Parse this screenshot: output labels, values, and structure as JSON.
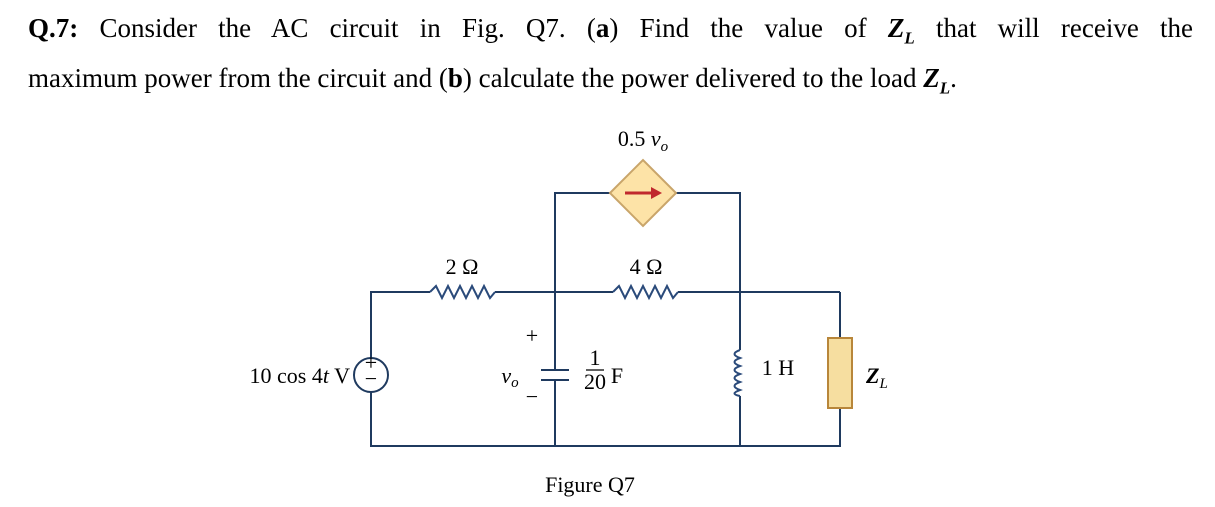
{
  "question": {
    "number": "Q.7:",
    "text1": " Consider the AC circuit in Fig. Q7. (",
    "part_a": "a",
    "text2": ") Find the value of ",
    "zl_sym": "Z",
    "zl_sub": "L",
    "text3": " that will receive the",
    "text4": "maximum power from the circuit and (",
    "part_b": "b",
    "text5": ") calculate the power delivered to the load ",
    "text6": "."
  },
  "circuit": {
    "source_label": "10 cos 4",
    "source_t": "t",
    "source_unit": " V",
    "source_plus": "+",
    "source_minus": "−",
    "r1_label": "2 Ω",
    "r2_label": "4 Ω",
    "dep_source_coef": "0.5 ",
    "dep_source_var": "v",
    "dep_source_sub": "o",
    "vo_var": "v",
    "vo_sub": "o",
    "vo_plus": "+",
    "vo_minus": "−",
    "cap_num": "1",
    "cap_den": "20",
    "cap_unit": "F",
    "inductor_label": "1 H",
    "load_sym": "Z",
    "load_sub": "L",
    "caption": "Figure Q7"
  },
  "colors": {
    "wire": "#1f3a5f",
    "dep_source_fill": "#fde3a7",
    "dep_source_arrow": "#c0282d",
    "load_fill": "#f6dea0",
    "load_stroke": "#b8863a",
    "resistor": "#2a4a7a"
  }
}
